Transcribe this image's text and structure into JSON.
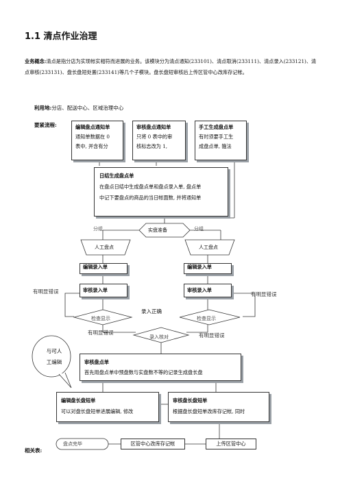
{
  "title": "1.1 清点作业治理",
  "intro": {
    "concept_label": "业务概念:",
    "concept_text": "清点是指分店为实现帐实相符而进展的业务。该模块分为清点通知(233101)、清点取消(233111)、清点录入(233121)、清点审核(233131)、盘长盘短处置(233141)等几个子模块。盘长盘短审核后上传区管中心改库存记帐。",
    "use_label": "利用地:",
    "use_text": "分店、配送中心、区域治理中心",
    "flow_label": "要紧流程:",
    "related_label": "相关表:"
  },
  "flow": {
    "edit_notice": {
      "title": "编辑盘点通知单",
      "line1": "通知单数据在 0",
      "line2": "表中, 并含有分"
    },
    "audit_notice": {
      "title": "审核盘点通知单",
      "line1": "只将 0 表中的审",
      "line2": "核标志改为 1,"
    },
    "manual_gen": {
      "title": "手工生成盘点单",
      "line1": "有时须要手工生",
      "line2": "成盘点单, 箍法"
    },
    "daily_gen": {
      "title": "日结生成盘点单",
      "line1": "在盘点日结中生成盘点单和盘点录入单, 盘点单",
      "line2": "中记下要盘点的商品的当日帐面数, 并将通知单"
    },
    "prepare": "实盘准备",
    "group_left": "分组",
    "group_right": "分组",
    "manual_count_left": "人工盘点",
    "manual_count_right": "人工盘点",
    "edit_entry_left": "编辑录入单",
    "edit_entry_right": "编辑录入单",
    "audit_entry_left": "审核录入单",
    "audit_entry_right": "审核录入单",
    "error_left": "有明显错误",
    "error_right": "有明显错误",
    "compare_left": "检查显示",
    "compare_right": "检查显示",
    "entry_correct": "录入正确",
    "error_bottom_left": "有明显错误",
    "error_bottom_right": "有明显错误",
    "summary": "录入核对",
    "audit_count": {
      "title": "审核盘点单",
      "line1": "首先用盘点单中预盘数与实盘数不等的记录生成盘长盘"
    },
    "callout": {
      "line1": "与可人",
      "line2": "工编辑"
    },
    "edit_diff": {
      "title": "编辑盘长盘短单",
      "line1": "可以对盘长盘短单进展编辑, 修改"
    },
    "audit_diff": {
      "title": "审核盘长盘短单",
      "line1": "根据盘长盘短单改库存记帐, 同时"
    },
    "upload": "上传区管中心",
    "center_stock": "区管中心改库存记帐",
    "count_done": "盘点完毕"
  }
}
